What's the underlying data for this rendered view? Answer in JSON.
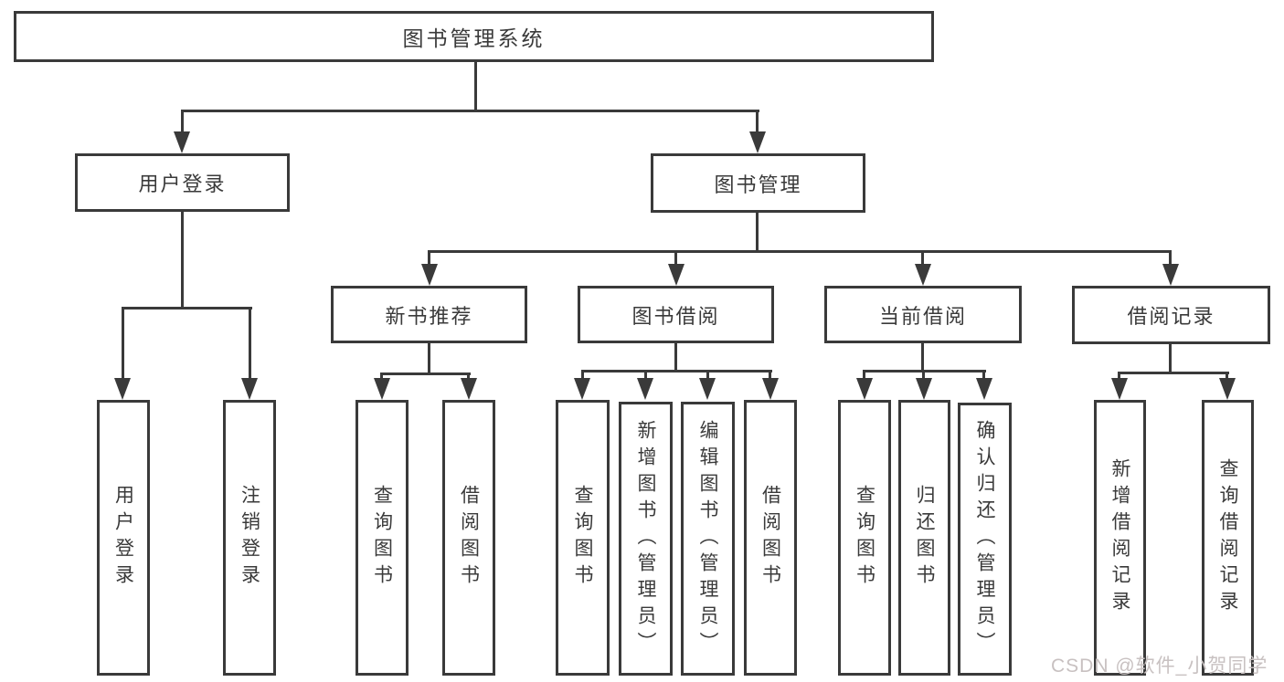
{
  "colors": {
    "line": "#3a3a3a",
    "text": "#3a3a3a",
    "background": "#ffffff",
    "watermark_color": "#c8c1c1"
  },
  "watermark": {
    "text": "CSDN @软件_小贺同学"
  },
  "tree": {
    "root": {
      "label": "图书管理系统"
    },
    "level1": {
      "user_login": {
        "label": "用户登录"
      },
      "book_mgmt": {
        "label": "图书管理"
      }
    },
    "level2": {
      "recommend": {
        "label": "新书推荐"
      },
      "borrow": {
        "label": "图书借阅"
      },
      "current": {
        "label": "当前借阅"
      },
      "records": {
        "label": "借阅记录"
      }
    },
    "leaves": {
      "login": [
        "用户登录",
        "注销登录"
      ],
      "recommend": [
        "查询图书",
        "借阅图书"
      ],
      "borrow": [
        "查询图书",
        "新增图书（管理员）",
        "编辑图书（管理员）",
        "借阅图书"
      ],
      "current": [
        "查询图书",
        "归还图书",
        "确认归还（管理员）"
      ],
      "records": [
        "新增借阅记录",
        "查询借阅记录"
      ]
    }
  }
}
